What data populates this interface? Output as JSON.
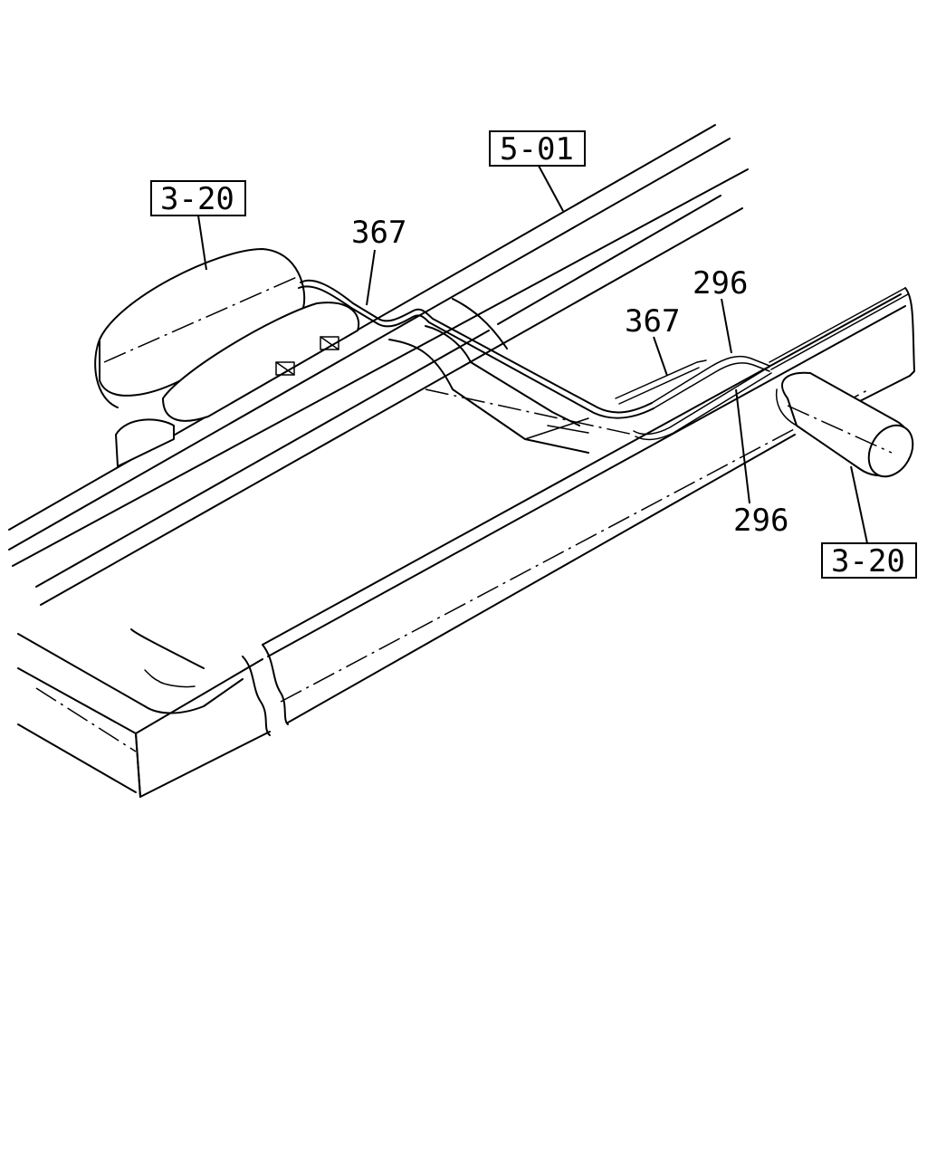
{
  "callouts": {
    "ref_5_01": "5-01",
    "ref_3_20_left": "3-20",
    "ref_3_20_right": "3-20",
    "part_367_top": "367",
    "part_367_mid": "367",
    "part_296_top": "296",
    "part_296_bottom": "296"
  }
}
